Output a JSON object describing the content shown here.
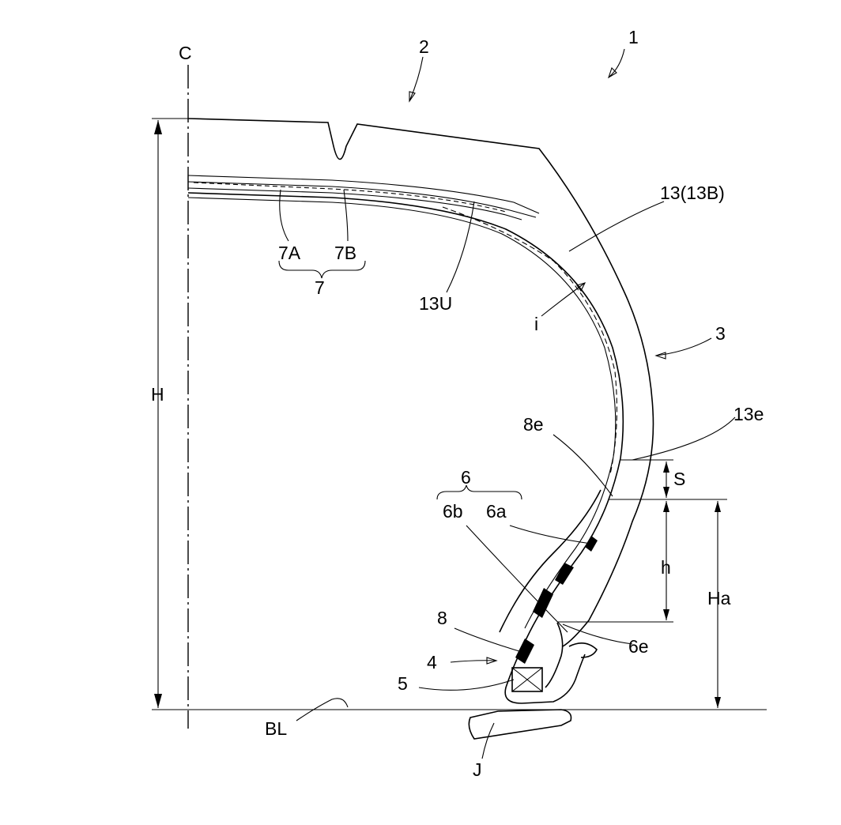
{
  "figure": {
    "labels": {
      "tire": "1",
      "tread": "2",
      "center_line": "C",
      "inner_liner": "13(13B)",
      "belt_ply_a": "7A",
      "belt_ply_b": "7B",
      "belt": "7",
      "liner_upper": "13U",
      "inner_surface": "i",
      "sidewall": "3",
      "liner_end": "13e",
      "apex_end": "8e",
      "carcass": "6",
      "carcass_turnup": "6b",
      "carcass_main": "6a",
      "dim_s": "S",
      "dim_h_small": "h",
      "dim_h": "H",
      "dim_ha": "Ha",
      "apex": "8",
      "bead": "4",
      "bead_core": "5",
      "turnup_end": "6e",
      "bead_base_line": "BL",
      "rim": "J"
    }
  }
}
